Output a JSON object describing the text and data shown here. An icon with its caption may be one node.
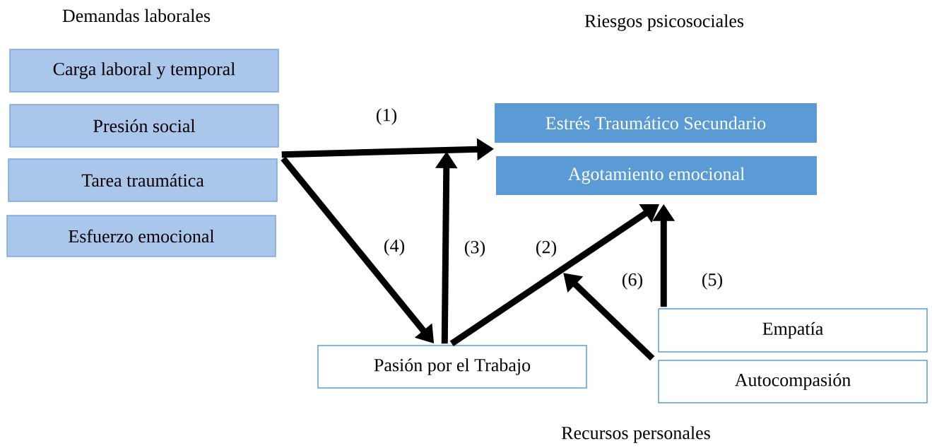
{
  "diagram": {
    "nodes": [
      {
        "text": [
          "Carga laboral y temporal"
        ]
      },
      {
        "text": [
          "Presión social"
        ]
      },
      {
        "text": [
          "Tarea traumática"
        ]
      },
      {
        "text": [
          "Esfuerzo emocional"
        ]
      },
      {
        "text": [
          "Estrés Traumático Secundario"
        ]
      },
      {
        "text": [
          "Agotamiento emocional"
        ]
      },
      {
        "text": [
          "Pasión por el Trabajo"
        ]
      },
      {
        "text": [
          "Empatía"
        ]
      },
      {
        "text": [
          "Autocompasión"
        ]
      }
    ],
    "edges": [
      {
        "from": 1,
        "to": 4,
        "arrow": "to",
        "label": "(1)"
      },
      {
        "from": 2,
        "to": 6,
        "arrow": "to",
        "label": "(4)"
      },
      {
        "from": 6,
        "to": null,
        "arrow": "to",
        "label": "(3)"
      },
      {
        "from": 6,
        "to": 5,
        "arrow": "to",
        "label": "(2)"
      },
      {
        "from": 8,
        "to": null,
        "arrow": "to",
        "label": "(6)"
      },
      {
        "from": 7,
        "to": 5,
        "arrow": "to",
        "label": "(5)"
      }
    ],
    "labels": [
      "Demandas laborales",
      "Riesgos psicosociales",
      "Recursos personales"
    ]
  }
}
